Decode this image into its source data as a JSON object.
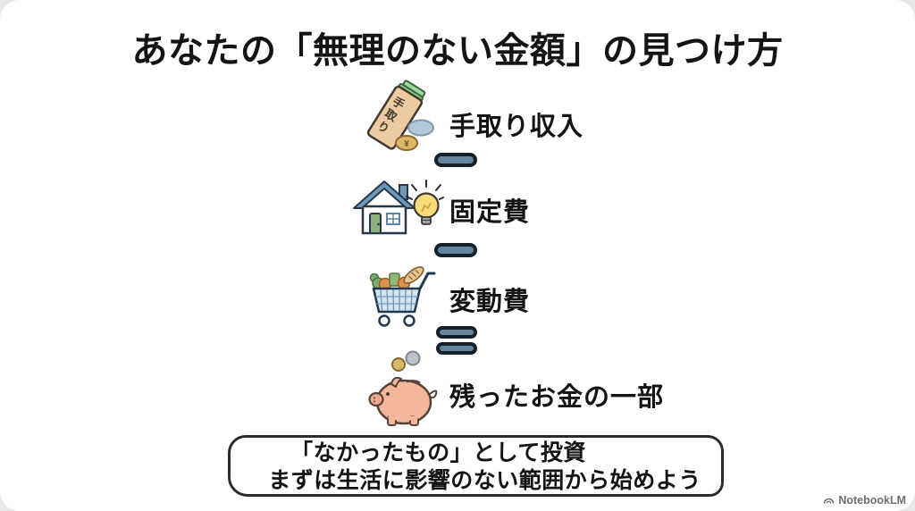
{
  "title": "あなたの「無理のない金額」の見つけ方",
  "flow": {
    "rows": [
      {
        "icon": "money-envelope-icon",
        "label": "手取り収入"
      },
      {
        "icon": "house-lightbulb-icon",
        "label": "固定費"
      },
      {
        "icon": "shopping-cart-icon",
        "label": "変動費"
      },
      {
        "icon": "piggy-bank-icon",
        "label": "残ったお金の一部"
      }
    ],
    "operators": [
      {
        "type": "minus"
      },
      {
        "type": "minus"
      },
      {
        "type": "equals"
      }
    ],
    "envelope_label": "手取り",
    "coin_symbol": "¥"
  },
  "callout": {
    "line1": "「なかったもの」として投資",
    "line2": "まずは生活に影響のない範囲から始めよう"
  },
  "watermark": {
    "label": "NotebookLM"
  },
  "colors": {
    "background": "#e7e7e7",
    "card": "#ffffff",
    "text": "#141414",
    "operator_fill": "#66869f",
    "operator_border": "#15202b",
    "envelope": "#eccaa2",
    "bill_green": "#8fcb8f",
    "coin_blue": "#b3c7d6",
    "coin_gold": "#dcb765",
    "coin_silver": "#bcc2c9",
    "house_roof_blue": "#6f98bb",
    "door_green": "#8db07e",
    "bulb_yellow": "#f7db79",
    "cart_blue": "#d4e5f2",
    "pig_pink": "#f4b79c"
  }
}
